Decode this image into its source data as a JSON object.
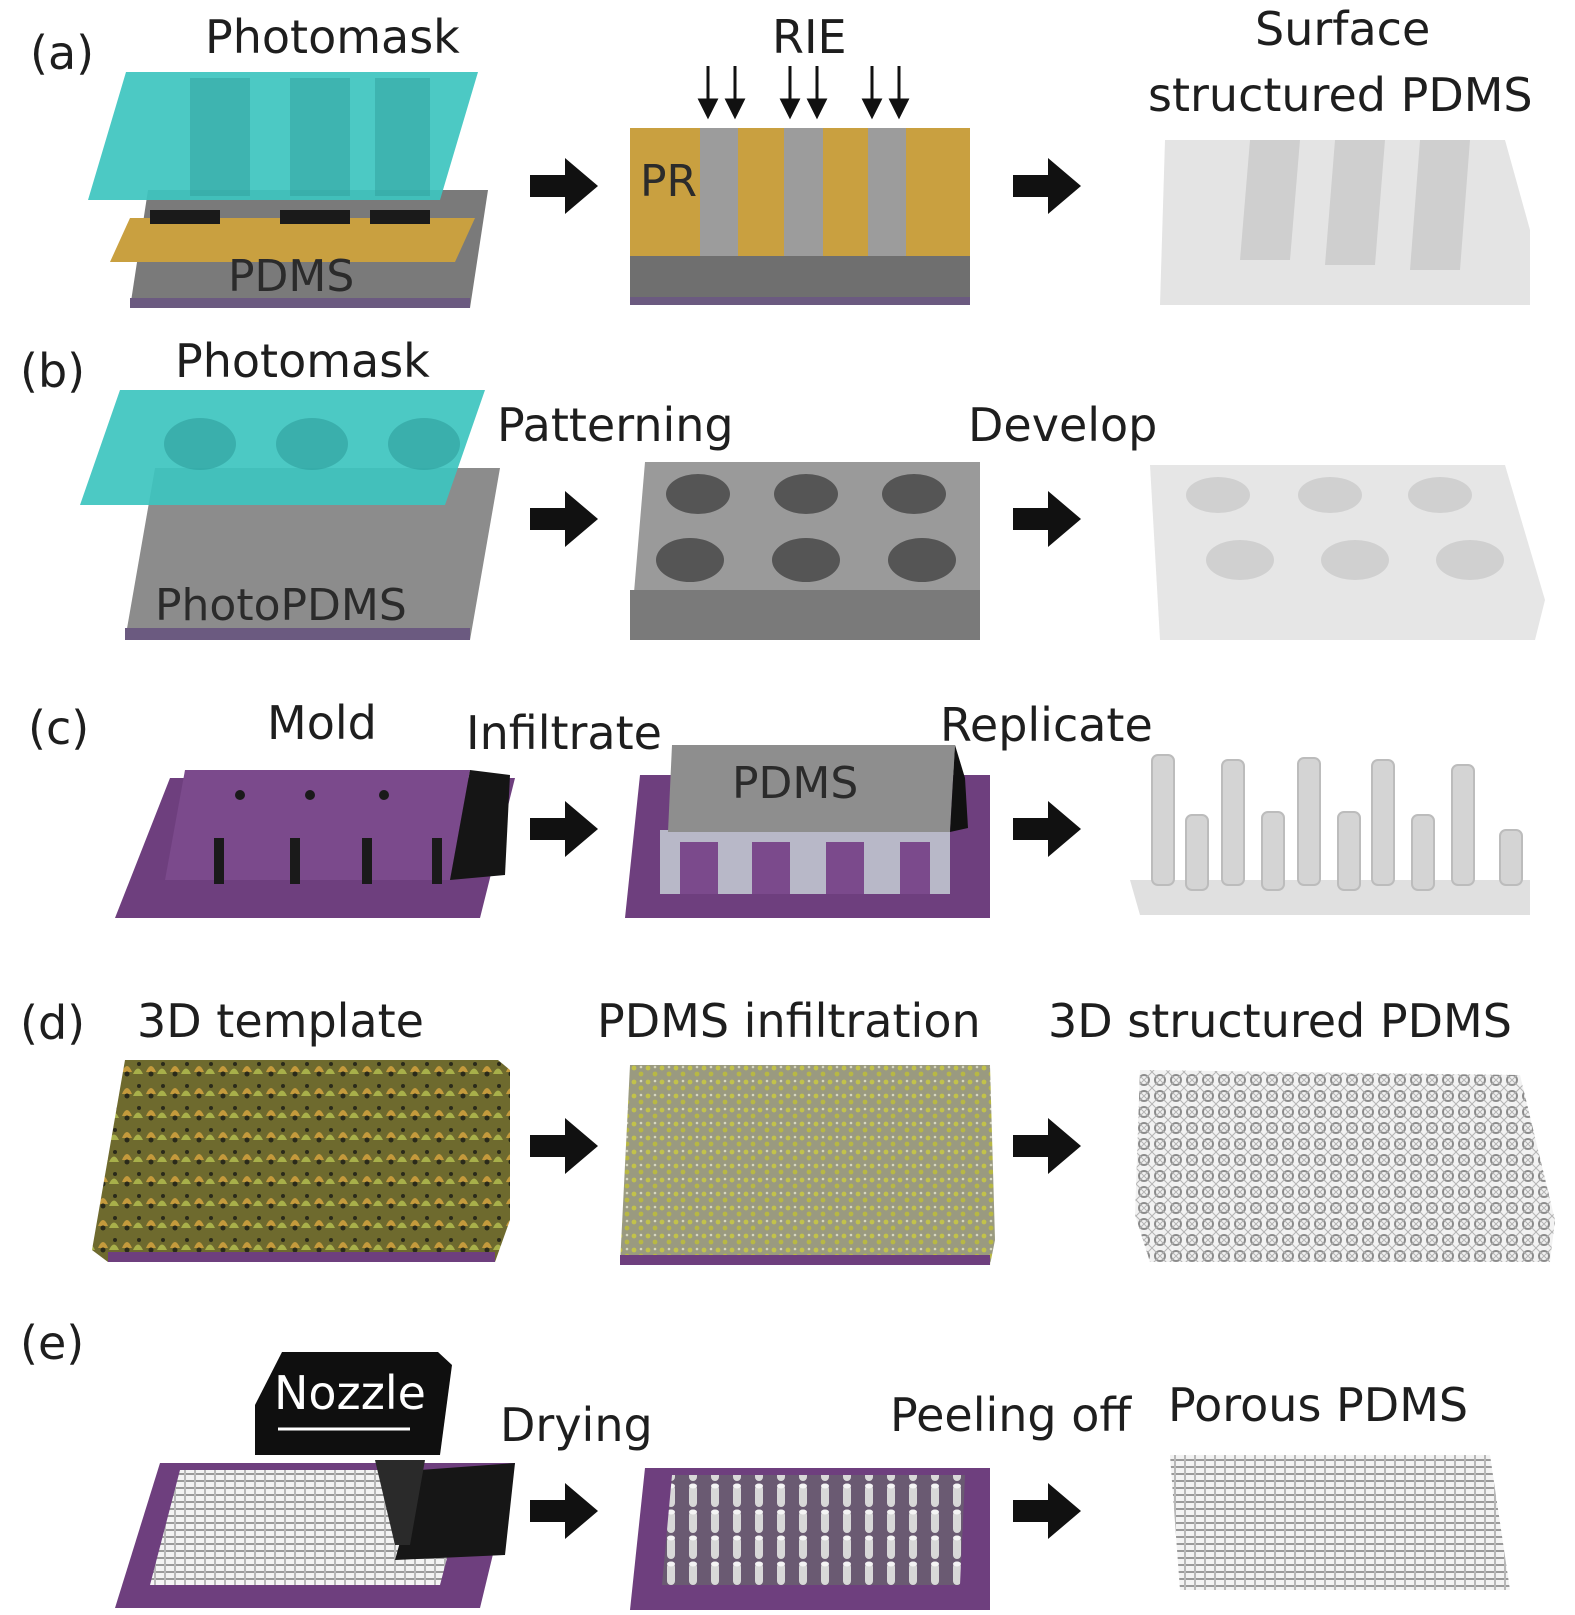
{
  "panels": {
    "a": {
      "letter": "(a)",
      "photomask": "Photomask",
      "pdms": "PDMS",
      "rie": "RIE",
      "pr": "PR",
      "result_line1": "Surface",
      "result_line2": "structured PDMS"
    },
    "b": {
      "letter": "(b)",
      "photomask": "Photomask",
      "photopdms": "PhotoPDMS",
      "step1": "Patterning",
      "step2": "Develop"
    },
    "c": {
      "letter": "(c)",
      "mold": "Mold",
      "step1": "Infiltrate",
      "pdms": "PDMS",
      "step2": "Replicate"
    },
    "d": {
      "letter": "(d)",
      "label1": "3D template",
      "label2": "PDMS infiltration",
      "label3": "3D structured PDMS"
    },
    "e": {
      "letter": "(e)",
      "nozzle": "Nozzle",
      "step1": "Drying",
      "step2": "Peeling off",
      "label3": "Porous PDMS"
    }
  },
  "colors": {
    "photomask": "#3dc4bf",
    "photoresist": "#c9a040",
    "pdms_gray": "#8a8a8a",
    "substrate_purple": "#6e3f7e",
    "result_light": "#e4e4e4",
    "template_gold": "#c49a3c",
    "template_green": "#a8b04a",
    "arrow": "#111111"
  }
}
